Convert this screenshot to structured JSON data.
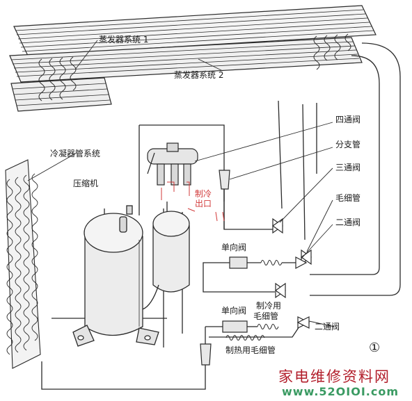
{
  "diagram": {
    "labels": {
      "evaporator_1": "蒸发器系统 1",
      "evaporator_2": "蒸发器系统 2",
      "condenser": "冷凝器管系统",
      "compressor": "压缩机",
      "four_way_valve": "四通阀",
      "branch_pipe": "分支管",
      "three_way_valve": "三通阀",
      "capillary": "毛细管",
      "two_way_valve_upper": "二通阀",
      "check_valve_upper": "单向阀",
      "cooling_capillary": "制冷用\n毛细管",
      "check_valve_lower": "单向阀",
      "two_way_valve_lower": "二通阀",
      "heating_capillary": "制热用毛细管",
      "cooling_outlet": "制冷\n出口",
      "figure_number": "①"
    },
    "watermark": {
      "chinese": "家电维修资料网",
      "url": "www.52OIOI.com"
    }
  }
}
